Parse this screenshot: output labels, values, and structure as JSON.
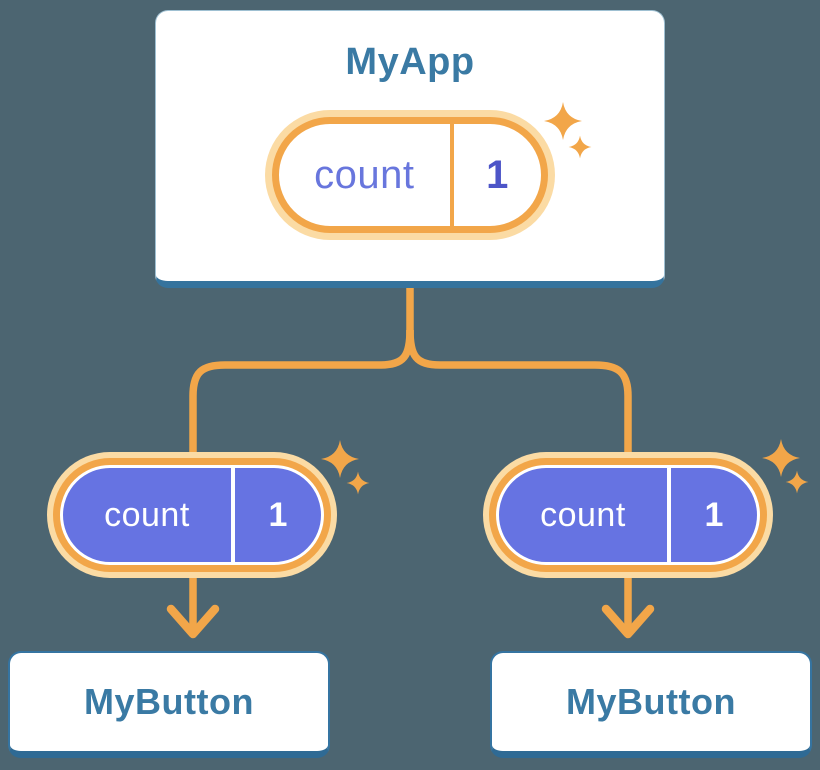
{
  "diagram": {
    "description": "component tree passing state down as props",
    "root_card": {
      "title": "MyApp",
      "pill": {
        "label": "count",
        "value": "1"
      }
    },
    "child_pills": [
      {
        "label": "count",
        "value": "1"
      },
      {
        "label": "count",
        "value": "1"
      }
    ],
    "child_cards": [
      {
        "title": "MyButton"
      },
      {
        "title": "MyButton"
      }
    ],
    "icons": {
      "sparkle": "four-point-star"
    },
    "colors": {
      "background": "#4C6571",
      "connector_orange": "#F2A649",
      "ring_glow": "#FBDBA4",
      "pill_purple": "#6673E2",
      "pill_label_purple": "#6876DD",
      "pill_value_indigo": "#4D55C8",
      "title_blue": "#3A7AA4",
      "card_shadow_blue": "#35739D",
      "card_background": "#FFFFFF"
    }
  }
}
